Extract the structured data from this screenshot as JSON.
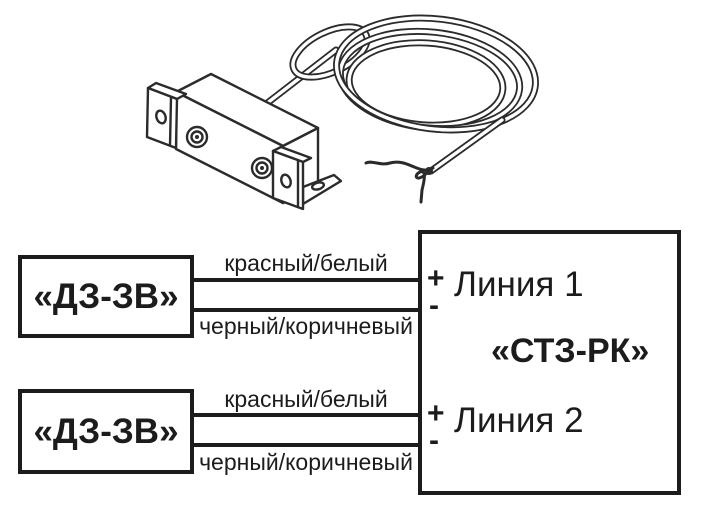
{
  "colors": {
    "ink": "#1c1c1c",
    "illustration_stroke": "#2b2b2b",
    "background": "#ffffff"
  },
  "illustration": {
    "icon": "magnetic-contact-sensor-with-coiled-cable"
  },
  "sensors": [
    {
      "label": "«ДЗ-ЗВ»"
    },
    {
      "label": "«ДЗ-ЗВ»"
    }
  ],
  "receiver": {
    "label": "«СТЗ-РК»"
  },
  "lines": [
    {
      "label": "Линия 1",
      "plus": "+",
      "minus": "-",
      "top_wire": "красный/белый",
      "bottom_wire": "черный/коричневый"
    },
    {
      "label": "Линия 2",
      "plus": "+",
      "minus": "-",
      "top_wire": "красный/белый",
      "bottom_wire": "черный/коричневый"
    }
  ]
}
